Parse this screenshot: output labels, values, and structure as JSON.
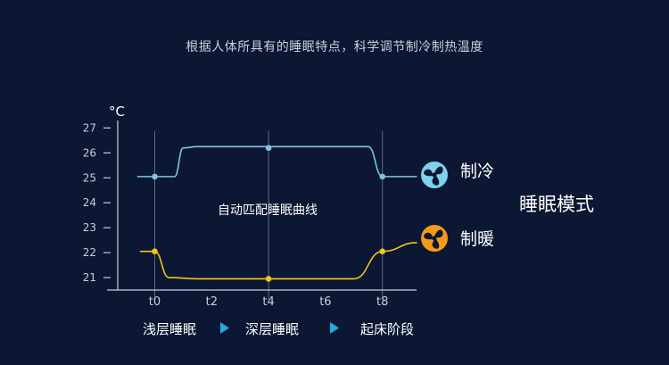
{
  "subtitle": "根据人体所具有的睡眠特点，科学调节制冷制热温度",
  "mode_title": "睡眠模式",
  "phases": [
    "浅层睡眠",
    "深层睡眠",
    "起床阶段"
  ],
  "colors": {
    "background": "#0b1733",
    "cooling": "#7fc4e0",
    "heating": "#f5c518",
    "fan_heat": "#f59a16",
    "fan_cool": "#7fd1ee",
    "axis": "#c9cfdc",
    "arrow": "#29a8e0"
  },
  "icons": {
    "cooling": "fan-icon",
    "heating": "fan-icon",
    "phase_separator": "play-arrow-icon"
  },
  "chart_data": {
    "type": "line",
    "ylabel": "°C",
    "ylim": [
      20.5,
      27.3
    ],
    "y_ticks": [
      21,
      22,
      23,
      24,
      25,
      26,
      27
    ],
    "xlim": [
      -1.3,
      9.2
    ],
    "x_ticks": [
      {
        "label": "t0",
        "x": 0
      },
      {
        "label": "t2",
        "x": 2
      },
      {
        "label": "t4",
        "x": 4
      },
      {
        "label": "t6",
        "x": 6
      },
      {
        "label": "t8",
        "x": 8
      }
    ],
    "vertical_guides": [
      0,
      4,
      8
    ],
    "annotation": "自动匹配睡眠曲线",
    "series": [
      {
        "name": "制冷",
        "x": [
          -0.6,
          0,
          0.7,
          1.0,
          1.5,
          7.5,
          8.0,
          9.2
        ],
        "y": [
          25.05,
          25.05,
          25.05,
          26.2,
          26.25,
          26.25,
          25.05,
          25.05
        ],
        "markers": [
          [
            0,
            25.05
          ],
          [
            4,
            26.2
          ],
          [
            8,
            25.05
          ]
        ]
      },
      {
        "name": "制暖",
        "x": [
          -0.5,
          0,
          0.5,
          1.5,
          7.0,
          8.0,
          9.2
        ],
        "y": [
          22.05,
          22.05,
          21.0,
          20.95,
          20.95,
          22.05,
          22.4
        ],
        "markers": [
          [
            0,
            22.05
          ],
          [
            4,
            20.95
          ],
          [
            8,
            22.05
          ]
        ]
      }
    ]
  }
}
